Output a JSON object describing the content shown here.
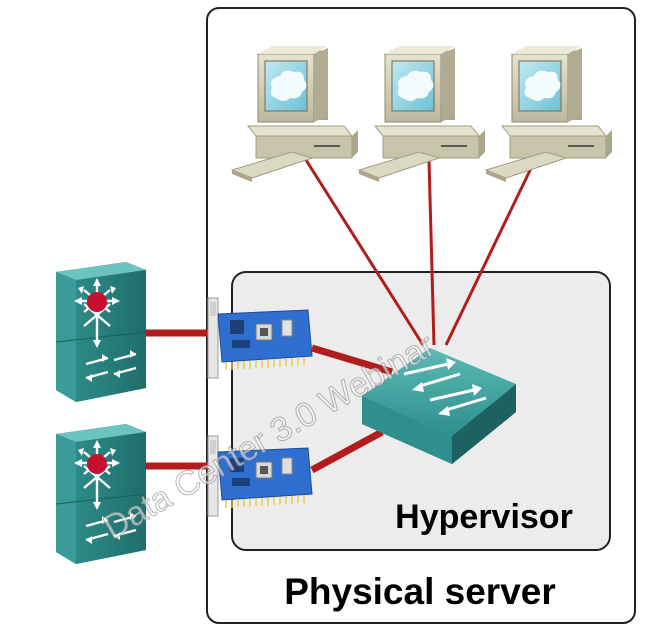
{
  "labels": {
    "physical_server": "Physical server",
    "hypervisor": "Hypervisor",
    "watermark": "Data Center 3.0 Webinar"
  },
  "icons": {
    "virtual_machines": [
      "vm-computer-icon",
      "vm-computer-icon",
      "vm-computer-icon"
    ],
    "nics": [
      "nic-card-icon",
      "nic-card-icon"
    ],
    "external_switches": [
      "layer3-switch-icon",
      "layer3-switch-icon"
    ],
    "vswitch": "virtual-switch-icon"
  },
  "colors": {
    "link": "#b21c1c",
    "teal": "#2f8f8c",
    "hypervisor_fill": "#ececec",
    "beige": "#d7d3bd",
    "nic_blue": "#2f6fd0"
  }
}
